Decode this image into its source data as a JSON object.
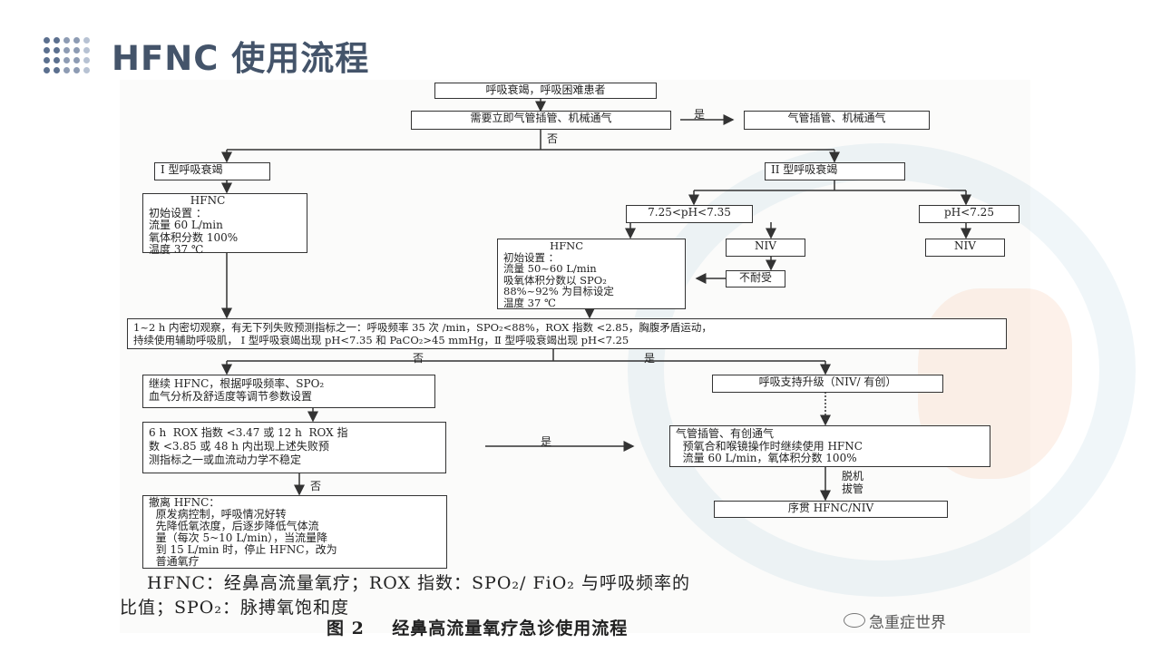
{
  "slide": {
    "title": "HFNC 使用流程"
  },
  "flow": {
    "start": "呼吸衰竭，呼吸困难患者",
    "q_intubate": "需要立即气管插管、机械通气",
    "yes1": "是",
    "intubate": "气管插管、机械通气",
    "no1": "否",
    "type1": "I 型呼吸衰竭",
    "type2": "II 型呼吸衰竭",
    "hfnc1": "            HFNC\n初始设置 ：\n流量 60 L/min\n氧体积分数 100%\n温度 37 ℃",
    "ph_mid": "7.25<pH<7.35",
    "ph_low": "pH<7.25",
    "hfnc2": "              HFNC\n初始设置 ：\n流量 50~60 L/min\n吸氧体积分数以 SPO₂\n88%~92% 为目标设定\n温度 37 ℃",
    "niv1": "NIV",
    "niv2": "NIV",
    "intolerant": "不耐受",
    "observe": "1~2 h 内密切观察，有无下列失败预测指标之一：呼吸频率 35 次 /min，SPO₂<88%，ROX 指数 <2.85，胸腹矛盾运动，\n持续使用辅助呼吸肌， I 型呼吸衰竭出现 pH<7.35 和 PaCO₂>45 mmHg，Ⅱ 型呼吸衰竭出现 pH<7.25",
    "no2": "否",
    "yes2": "是",
    "continue": "继续 HFNC，根据呼吸频率、SPO₂\n血气分析及舒适度等调节参数设置",
    "rox": "6 h  ROX 指数 <3.47 或 12 h  ROX 指\n数 <3.85 或 48 h 内出现上述失败预\n测指标之一或血流动力学不稳定",
    "yes3": "是",
    "no3": "否",
    "upgrade": "呼吸支持升级（NIV/ 有创）",
    "invasive": "气管插管、有创通气\n  预氧合和喉镜操作时继续使用 HFNC\n  流量 60 L/min，氧体积分数 100%",
    "extubate": "脱机\n拔管",
    "sequential": "序贯 HFNC/NIV",
    "wean": "撤离 HFNC：\n  原发病控制，呼吸情况好转\n  先降低氧浓度，后逐步降低气体流\n  量（每次 5~10 L/min），当流量降\n  到 15 L/min 时，停止 HFNC，改为\n  普通氧疗"
  },
  "caption": {
    "line1": "HFNC：经鼻高流量氧疗；ROX 指数：SPO₂/ FiO₂ 与呼吸频率的",
    "line2": "比值；SPO₂：脉搏氧饱和度",
    "line3": "图 2    经鼻高流量氧疗急诊使用流程"
  },
  "watermark": {
    "text": "急重症世界"
  }
}
